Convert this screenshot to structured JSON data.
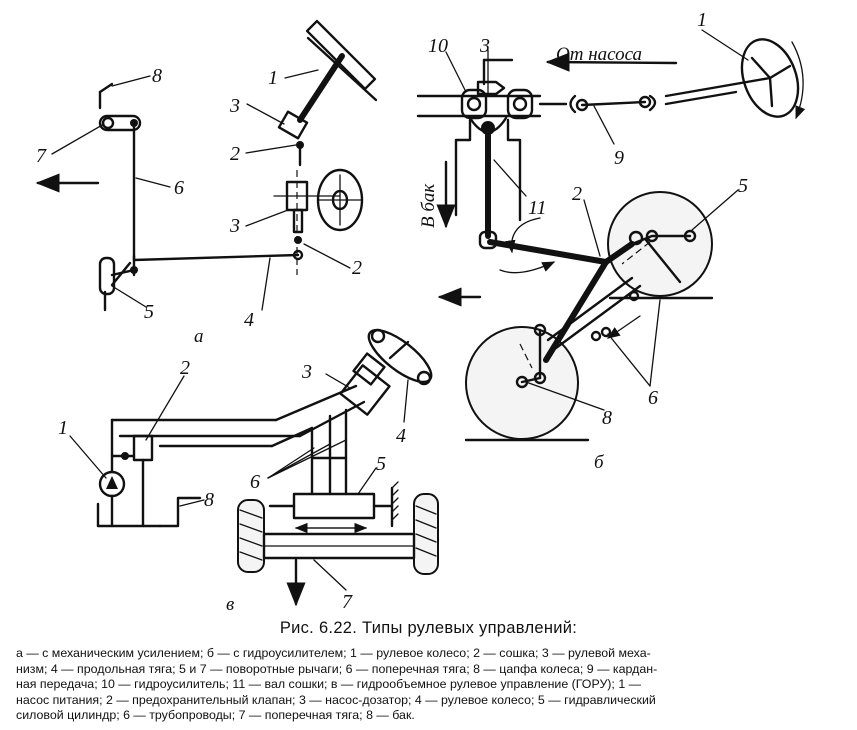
{
  "figure": {
    "caption_title": "Рис. 6.22. Типы рулевых управлений:",
    "caption_lines": [
      "а — с механическим усилением; б — с гидроусилителем; 1 — рулевое колесо; 2 — сошка; 3 — рулевой меха-",
      "низм; 4 — продольная тяга; 5 и 7 — поворотные рычаги; 6 — поперечная тяга; 8 — цапфа колеса; 9 — кардан-",
      "ная передача; 10 — гидроусилитель; 11 — вал сошки; в — гидрообъемное рулевое управление (ГОРУ); 1 —",
      "насос питания; 2 — предохранительный клапан; 3 — насос-дозатор; 4 — рулевое колесо; 5 — гидравлический",
      "силовой цилиндр; 6 — трубопроводы; 7 — поперечная тяга; 8 — бак."
    ],
    "panel_a": {
      "panel_letter": "а",
      "labels": {
        "n1": "1",
        "n2a": "2",
        "n2b": "2",
        "n3a": "3",
        "n3b": "3",
        "n4": "4",
        "n5": "5",
        "n6": "6",
        "n7": "7",
        "n8": "8"
      }
    },
    "panel_b": {
      "panel_letter": "б",
      "text_from_pump": "От насоса",
      "text_to_tank": "В бак",
      "labels": {
        "n1": "1",
        "n2": "2",
        "n3": "3",
        "n5": "5",
        "n6": "6",
        "n8": "8",
        "n9": "9",
        "n10": "10",
        "n11": "11"
      }
    },
    "panel_c": {
      "panel_letter": "в",
      "labels": {
        "n1": "1",
        "n2": "2",
        "n3": "3",
        "n4": "4",
        "n5": "5",
        "n6": "6",
        "n7": "7",
        "n8": "8"
      }
    }
  }
}
